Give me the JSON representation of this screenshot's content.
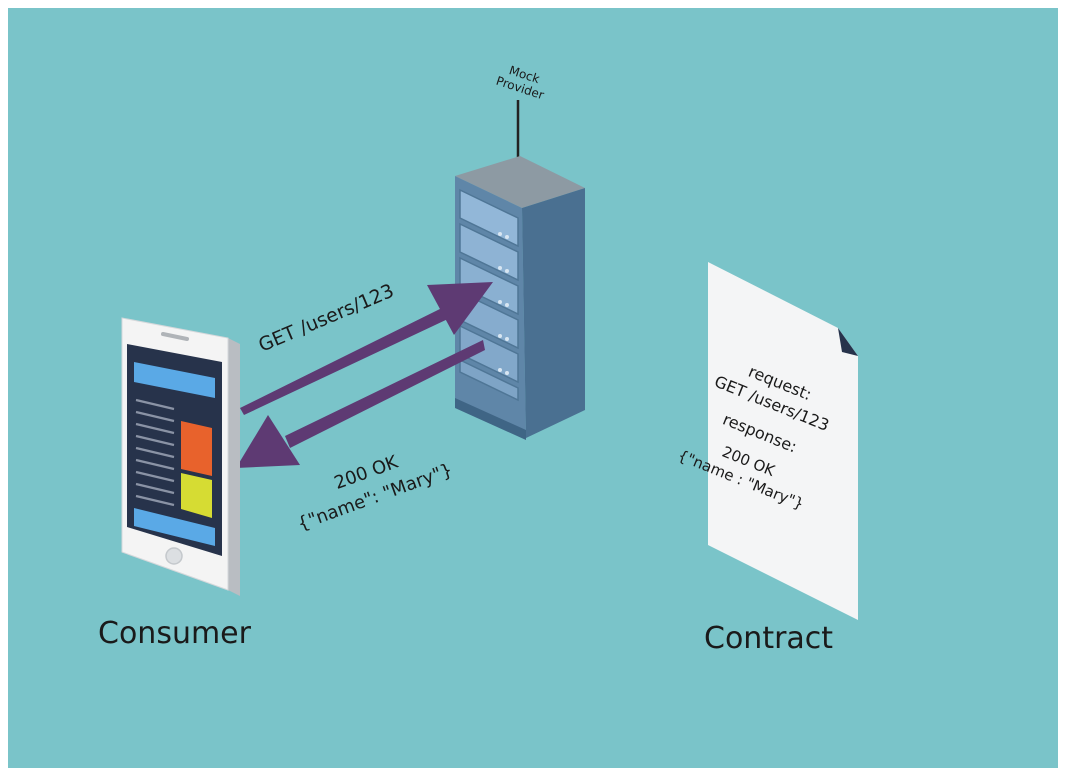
{
  "colors": {
    "background": "#7ac4c9",
    "arrow": "#5e3a73",
    "server_front": "#5f86a8",
    "server_side": "#4a7091",
    "server_top": "#8d9aa3",
    "phone_screen": "#27334b",
    "phone_header": "#5aa9e6",
    "tile_orange": "#e8622c",
    "tile_yellow": "#d6dc33",
    "paper": "#f4f5f6",
    "text": "#1a1a1a"
  },
  "icons": {
    "consumer": "smartphone-icon",
    "provider": "server-rack-icon",
    "contract": "document-icon"
  },
  "provider": {
    "label_line1": "Mock",
    "label_line2": "Provider"
  },
  "request": {
    "text": "GET /users/123"
  },
  "response": {
    "status": "200 OK",
    "body": "{\"name\": \"Mary\"}"
  },
  "consumer": {
    "label": "Consumer"
  },
  "contract": {
    "label": "Contract",
    "lines": [
      "request:",
      "GET /users/123",
      "response:",
      "200 OK",
      "{\"name : \"Mary\"}"
    ]
  }
}
